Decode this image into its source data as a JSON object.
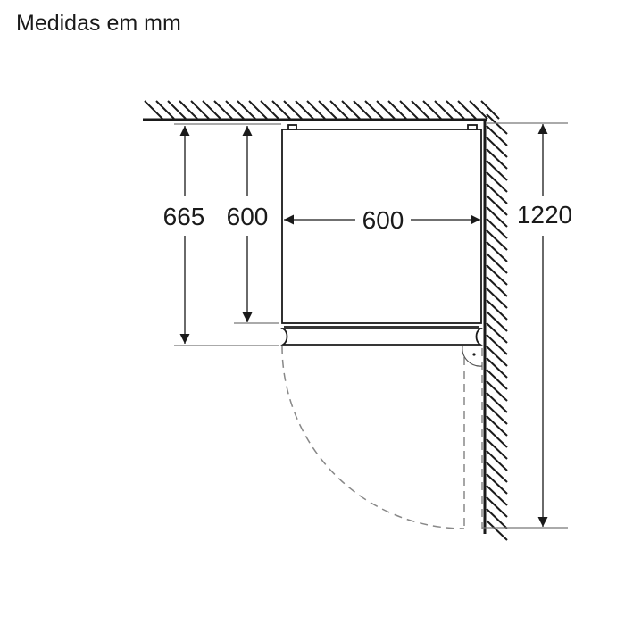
{
  "title": "Medidas em mm",
  "dimensions": {
    "total_depth_door_open": "665",
    "cabinet_depth": "600",
    "cabinet_width": "600",
    "door_swing_clearance": "1220"
  },
  "colors": {
    "line": "#1a1a1a",
    "dashed": "#777777"
  }
}
